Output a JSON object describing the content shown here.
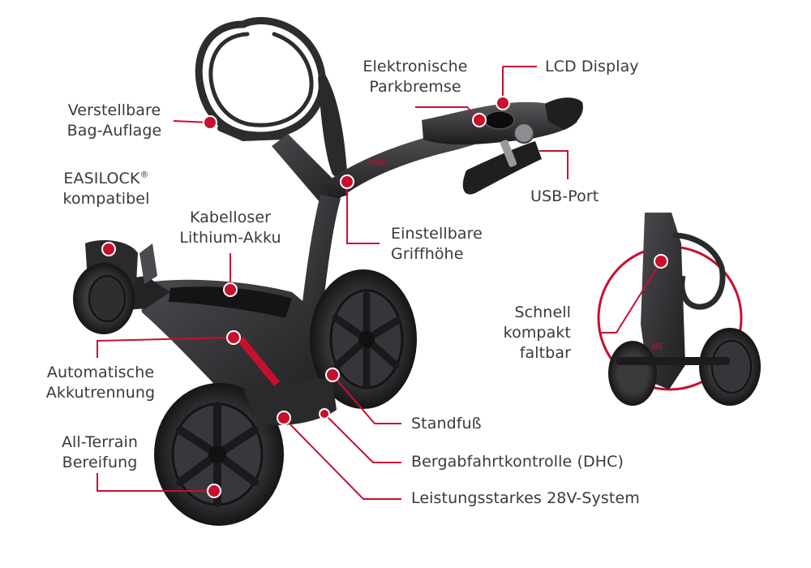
{
  "accent_color": "#c8102e",
  "frame_color": "#2b2b2d",
  "tire_color": "#1f1f21",
  "brand_mark": "Mbc",
  "mini_model": "M5",
  "callouts": {
    "bag_support": {
      "line1": "Verstellbare",
      "line2": "Bag-Auflage"
    },
    "easilock": {
      "line1": "EASILOCK",
      "sup": "®",
      "line2": "kompatibel"
    },
    "battery": {
      "line1": "Kabelloser",
      "line2": "Lithium-Akku"
    },
    "parking_brake": {
      "line1": "Elektronische",
      "line2": "Parkbremse"
    },
    "lcd_display": {
      "line1": "LCD Display"
    },
    "usb_port": {
      "line1": "USB-Port"
    },
    "handle_height": {
      "line1": "Einstellbare",
      "line2": "Griffhöhe"
    },
    "battery_disconnect": {
      "line1": "Automatische",
      "line2": "Akkutrennung"
    },
    "all_terrain": {
      "line1": "All-Terrain",
      "line2": "Bereifung"
    },
    "stand": {
      "line1": "Standfuß"
    },
    "dhc": {
      "line1": "Bergabfahrtkontrolle (DHC)"
    },
    "power_system": {
      "line1": "Leistungsstarkes 28V-System"
    },
    "folding": {
      "line1": "Schnell",
      "line2": "kompakt",
      "line3": "faltbar"
    }
  }
}
